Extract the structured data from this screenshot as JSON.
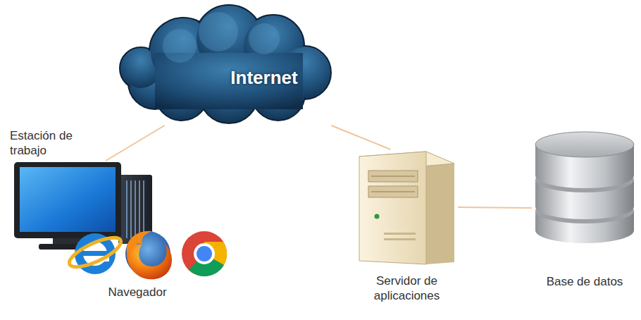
{
  "diagram": {
    "nodes": [
      {
        "text": [
          "Estación de trabajo",
          "Navegador"
        ]
      },
      {
        "text": [
          "Internet"
        ]
      },
      {
        "text": [
          "Servidor de aplicaciones"
        ]
      },
      {
        "text": [
          "Base de datos"
        ]
      }
    ],
    "edges": [
      {
        "from": 0,
        "to": 1,
        "arrow": "none"
      },
      {
        "from": 1,
        "to": 2,
        "arrow": "none"
      },
      {
        "from": 2,
        "to": 3,
        "arrow": "none"
      }
    ]
  }
}
